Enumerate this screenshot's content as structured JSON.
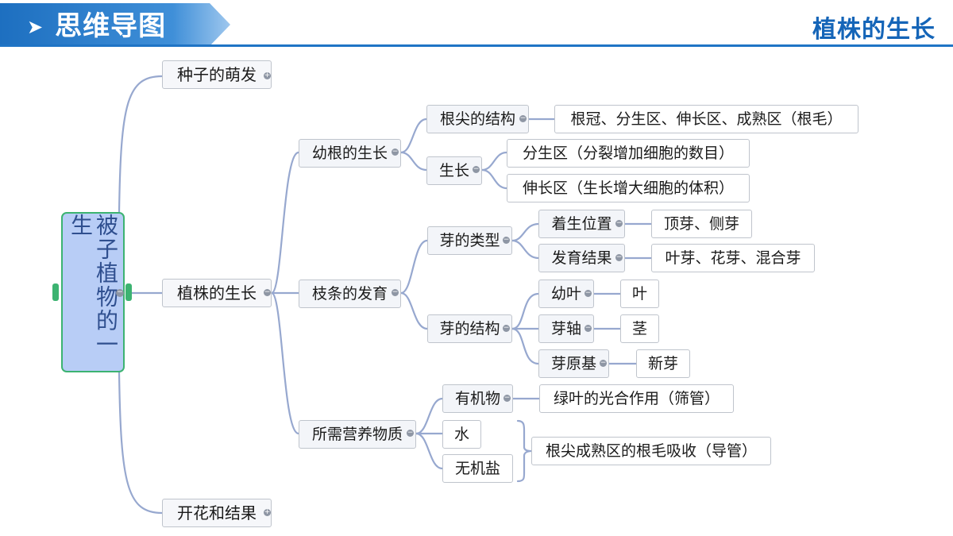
{
  "header": {
    "section_title": "思维导图",
    "topic_title": "植株的生长"
  },
  "colors": {
    "banner": "#1f74c5",
    "topic": "#1565b8",
    "root_fill": "#b8cdf6",
    "root_border": "#3cb371",
    "line": "#97a8cf"
  },
  "mindmap": {
    "root": "被子植物的一生",
    "seed": "种子的萌发",
    "growth": "植株的生长",
    "flower": "开花和结果",
    "radicle": "幼根的生长",
    "root_tip": "根尖的结构",
    "root_tip_detail": "根冠、分生区、伸长区、成熟区（根毛）",
    "grow": "生长",
    "meristem": "分生区（分裂增加细胞的数目）",
    "elongation": "伸长区（生长增大细胞的体积）",
    "shoot": "枝条的发育",
    "bud_type": "芽的类型",
    "position": "着生位置",
    "position_detail": "顶芽、侧芽",
    "result": "发育结果",
    "result_detail": "叶芽、花芽、混合芽",
    "bud_structure": "芽的结构",
    "young_leaf": "幼叶",
    "leaf": "叶",
    "bud_axis": "芽轴",
    "stem": "茎",
    "primordium": "芽原基",
    "new_bud": "新芽",
    "nutrients": "所需营养物质",
    "organic": "有机物",
    "organic_detail": "绿叶的光合作用（筛管）",
    "water": "水",
    "minerals": "无机盐",
    "absorb": "根尖成熟区的根毛吸收（导管）"
  }
}
